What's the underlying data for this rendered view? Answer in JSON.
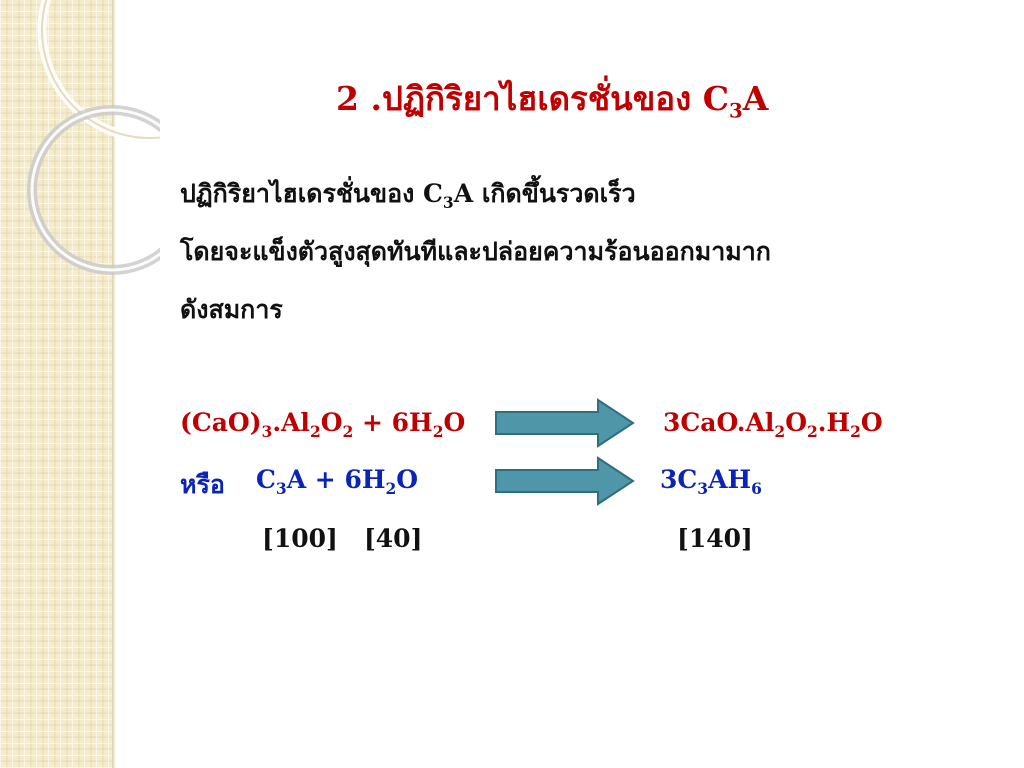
{
  "title": {
    "text": "2 .ปฏิกิริยาไฮเดรชั่นของ C",
    "sub": "3",
    "tail": "A"
  },
  "body": {
    "line1": {
      "prefix": "ปฏิกิริยาไฮเดรชั่นของ C",
      "sub": "3",
      "suffix": "A เกิดขึ้นรวดเร็ว"
    },
    "line2": "โดยจะแข็งตัวสูงสุดทันทีและปล่อยความร้อนออกมามาก",
    "line3": "ดังสมการ"
  },
  "equation1": {
    "lhs": [
      "(CaO)",
      "3",
      ".Al",
      "2",
      "O",
      "2",
      " + 6H",
      "2",
      "O"
    ],
    "rhs": [
      "3CaO.Al",
      "2",
      "O",
      "2",
      ".H",
      "2",
      "O"
    ]
  },
  "equation2": {
    "label": "หรือ",
    "lhs": [
      "C",
      "3",
      "A + 6H",
      "2",
      "O"
    ],
    "rhs": [
      "3C",
      "3",
      "AH",
      "6"
    ]
  },
  "ratios": {
    "lhs": "[100]   [40]",
    "rhs": "[140]"
  },
  "colors": {
    "title": "#c00000",
    "equation1": "#c00000",
    "equation2": "#0a24b8",
    "arrow_fill": "#4f97a8",
    "arrow_stroke": "#2f6d80",
    "sidebar": "#f4eccd"
  },
  "icons": [
    "arrow-right-icon"
  ]
}
